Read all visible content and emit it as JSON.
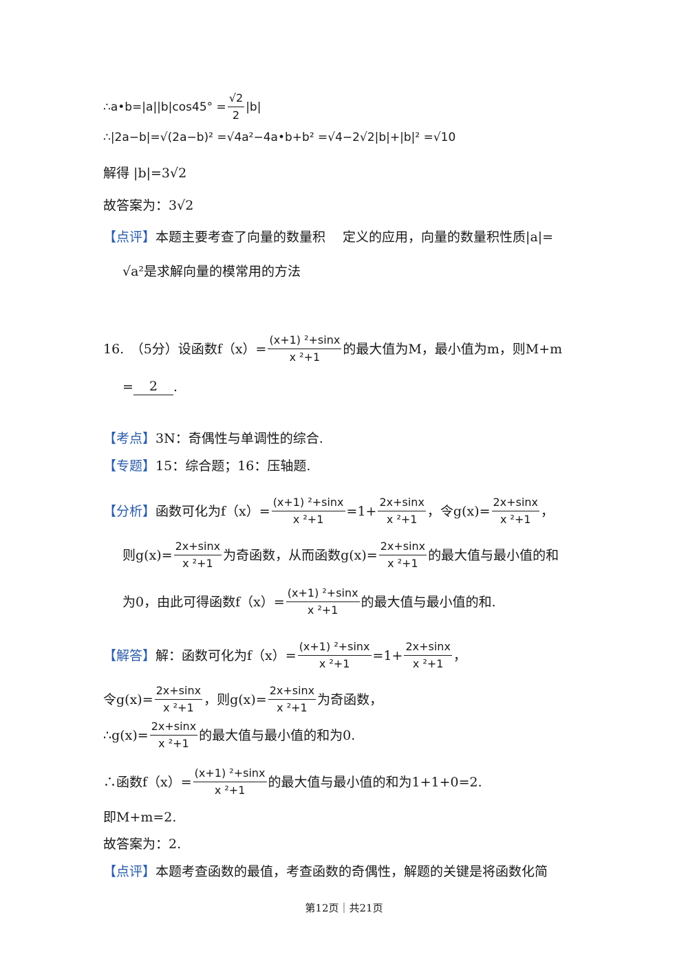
{
  "lines": {
    "l1": "∴a•b=|a||b|cos45° =",
    "l1_frac_num": "√2",
    "l1_frac_den": "2",
    "l1_tail": "|b|",
    "l2": "∴|2a−b|=√(2a−b)² =√4a²−4a•b+b² =√4−2√2|b|+|b|² =√10",
    "l3": "解得 |b|=3√2",
    "l4": "故答案为：3√2",
    "l5_tag": "【点评】",
    "l5": "本题主要考查了向量的数量积　 定义的应用，向量的数量积性质|a|=",
    "l6": "√a²是求解向量的模常用的方法",
    "q16_a": "16.　（5分）设函数f（x）=",
    "q16_num": "(x+1)  ²+sinx",
    "q16_den": "x  ²+1",
    "q16_b": "的最大值为M，最小值为m，则M+m",
    "q16_eq": "=",
    "q16_answer": "2",
    "q16_end": ".",
    "kd_tag": "【考点】",
    "kd": "3N：奇偶性与单调性的综合.",
    "zt_tag": "【专题】",
    "zt": "15：综合题；16：压轴题.",
    "fx_tag": "【分析】",
    "fx1_a": "函数可化为f（x）=",
    "fx1_num1": "(x+1)  ²+sinx",
    "fx1_den1": "x  ²+1",
    "fx1_b": "=1+",
    "fx1_num2": "2x+sinx",
    "fx1_den2": "x ²+1",
    "fx1_c": "，令g(x)=",
    "fx1_num3": "2x+sinx",
    "fx1_den3": "x ²+1",
    "fx1_d": "，",
    "fx2_a": "则g(x)=",
    "fx2_num1": "2x+sinx",
    "fx2_den1": "x ²+1",
    "fx2_b": "为奇函数，从而函数g(x)=",
    "fx2_num2": "2x+sinx",
    "fx2_den2": "x ²+1",
    "fx2_c": "的最大值与最小值的和",
    "fx3_a": "为0，由此可得函数f（x）=",
    "fx3_num": "(x+1)  ²+sinx",
    "fx3_den": "x  ²+1",
    "fx3_b": "的最大值与最小值的和.",
    "jd_tag": "【解答】",
    "jd1_a": "解：函数可化为f（x）=",
    "jd1_num1": "(x+1)  ²+sinx",
    "jd1_den1": "x  ²+1",
    "jd1_b": "=1+",
    "jd1_num2": "2x+sinx",
    "jd1_den2": "x ²+1",
    "jd1_c": "，",
    "jd2_a": "令g(x)=",
    "jd2_num1": "2x+sinx",
    "jd2_den1": "x ²+1",
    "jd2_b": "，则g(x)=",
    "jd2_num2": "2x+sinx",
    "jd2_den2": "x ²+1",
    "jd2_c": "为奇函数，",
    "jd3_a": "∴g(x)=",
    "jd3_num": "2x+sinx",
    "jd3_den": "x ²+1",
    "jd3_b": "的最大值与最小值的和为0.",
    "jd4_a": "∴函数f（x）=",
    "jd4_num": "(x+1)  ²+sinx",
    "jd4_den": "x  ²+1",
    "jd4_b": "的最大值与最小值的和为1+1+0=2.",
    "jd5": "即M+m=2.",
    "jd6": "故答案为：2.",
    "dp_tag": "【点评】",
    "dp": "本题考查函数的最值，考查函数的奇偶性，解题的关键是将函数化简"
  },
  "footer": "第12页｜共21页"
}
